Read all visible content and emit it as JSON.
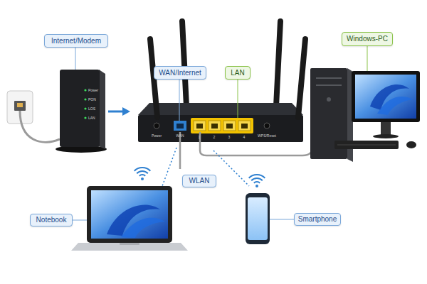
{
  "diagram": {
    "nodes": [
      {
        "text": [
          "Internet/Modem"
        ]
      },
      {
        "text": [
          "WAN/Internet"
        ]
      },
      {
        "text": [
          "LAN"
        ]
      },
      {
        "text": [
          "Windows-PC"
        ]
      },
      {
        "text": [
          "WLAN"
        ]
      },
      {
        "text": [
          "Notebook"
        ]
      },
      {
        "text": [
          "Smartphone"
        ]
      }
    ],
    "labels": [
      "Power",
      "PON",
      "LOS",
      "LAN",
      "Power",
      "WAN",
      "1",
      "2",
      "3",
      "4",
      "WPS/Reset"
    ]
  }
}
